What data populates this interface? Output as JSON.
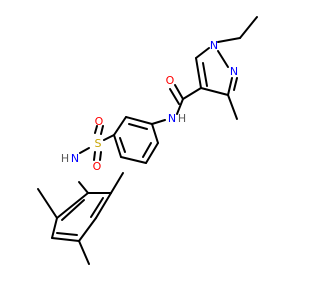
{
  "molecule": {
    "atoms": {
      "n1": "N",
      "n2": "N",
      "o_carbonyl": "O",
      "nh_amide": "N",
      "h_amide": "H",
      "s_sulfonyl": "S",
      "o_s_top": "O",
      "o_s_bottom": "O",
      "nh_sulfonamide": "N",
      "h_sulfonamide": "H"
    },
    "colors": {
      "bond": "#000000",
      "nitrogen": "#0000ff",
      "oxygen": "#ff0000",
      "sulfur": "#c8a400",
      "hydrogen": "#5a5a5a"
    }
  }
}
